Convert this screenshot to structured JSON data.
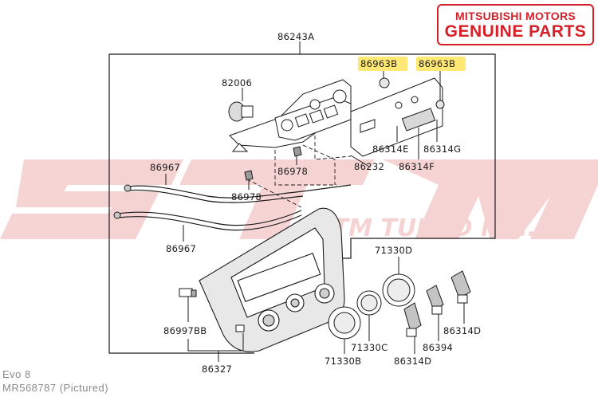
{
  "badge": {
    "line1": "MITSUBISHI MOTORS",
    "line2": "GENUINE PARTS",
    "color": "#d5202a"
  },
  "watermark": {
    "text": "STM",
    "subtext": "STM TUNED INC.",
    "color": "#d63a3a"
  },
  "highlight_color": "#ffe873",
  "callouts": {
    "p86243a": "86243A",
    "p82006": "82006",
    "p86963b_left": "86963B",
    "p86963b_right": "86963B",
    "p86314e": "86314E",
    "p86314g": "86314G",
    "p86232": "86232",
    "p86314f": "86314F",
    "p86967_top": "86967",
    "p86978_center": "86978",
    "p86978_left": "86978",
    "p86967_bottom": "86967",
    "p71330d": "71330D",
    "p86997bb": "86997BB",
    "p71330c": "71330C",
    "p86394": "86394",
    "p86314d_right": "86314D",
    "p71330b": "71330B",
    "p86314d_bottom": "86314D",
    "p86327": "86327"
  },
  "footer": {
    "model": "Evo 8",
    "part_ref": "MR568787  (Pictured)"
  }
}
